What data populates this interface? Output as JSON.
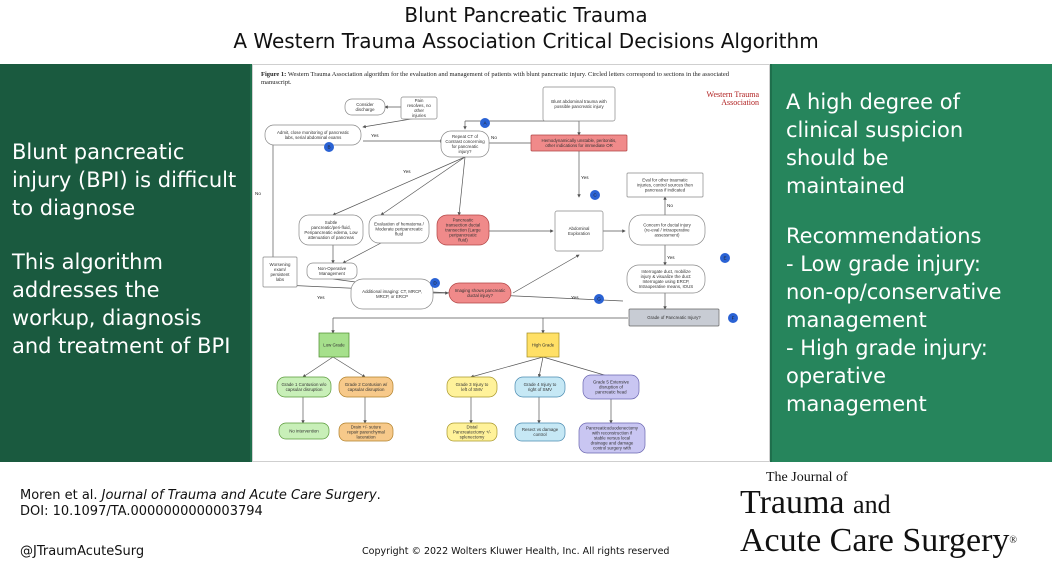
{
  "header": {
    "title": "Blunt Pancreatic Trauma",
    "subtitle": "A Western Trauma Association Critical Decisions Algorithm"
  },
  "left_panel": {
    "text1": "Blunt pancreatic\ninjury (BPI) is difficult\nto diagnose",
    "text2": "This algorithm\naddresses the\nworkup, diagnosis\nand treatment of BPI"
  },
  "right_panel": {
    "text1": "A high degree of\nclinical suspicion\nshould be\nmaintained",
    "text2": "Recommendations\n   - Low grade injury:\nnon-op/conservative\nmanagement\n   - High grade injury:\noperative\nmanagement"
  },
  "figure": {
    "caption_label": "Figure 1:",
    "caption_text": "Western Trauma Association algorithm for the evaluation and management of patients with blunt pancreatic injury. Circled letters correspond to sections in the associated manuscript.",
    "logo_line1": "Western Trauma",
    "logo_line2": "Association",
    "nodes": {
      "start": "Blunt abdominal trauma with possible pancreatic injury",
      "unstable": "Hemodynamically unstable, peritonitis, other indications for immediate OR",
      "abdominal_exploration": "Abdominal Exploration",
      "grade_question": "Grade of Pancreatic Injury?",
      "low_grade": "Low Grade",
      "high_grade": "High Grade",
      "grade1": "Grade 1 Contusion w/o capsular disruption",
      "grade2": "Grade 2 Contusion w/ capsular disruption",
      "grade3": "Grade 3 Injury to left of SMV",
      "grade4": "Grade 4 Injury to right of SMV",
      "grade5": "Grade 5 Extensive disruption of pancreatic head",
      "no_intervention": "No intervention",
      "drain_repair": "Drain +/- suture repair parenchymal laceration",
      "distal_pancreatectomy": "Distal Pancreatectomy +/- splenectomy",
      "resect_drain": "Resect vs damage control",
      "whipple": "Pancreaticoduodenectomy with reconstruction if stable versus local drainage and damage control surgery with delayed resection/reconstruction",
      "consider_discharge": "Consider discharge",
      "pain_resolves": "Pain resolves, no other injuries",
      "admit_serial": "Admit, close monitoring of pancreatic labs, serial abdominal exams",
      "repeat_ct": "Repeat CT of Contrast concerning for pancreatic injury?",
      "pancreatic_transection": "Pancreatic transection ductal transection (Large peripancreatic fluid)",
      "suspicious_ct": "Subtle pancreatic/peri-fluid, Peripancreatic edema, Low attenuation of pancreas",
      "hematoma": "Evaluation of hematoma / Moderate peripancreatic fluid",
      "nonop": "Non-Operative Management",
      "worsening": "Worsening exam/ persistent labs",
      "additional_imaging": "Additional imaging: CT, MRCP, MRCP, or ERCP",
      "imaging_ductal": "Imaging shows pancreatic ductal injury?",
      "concern_duct": "Concern for ductal injury (re-eval / intraoperative assessment)",
      "eval_other": "Eval for other traumatic injuries, control sources then pancreas if indicated",
      "interrogate_duct": "Interrogate duct, mobilize injury & visualize the duct: Interrogate using ERCP, Intraoperative means, IOUS"
    },
    "edge_labels": {
      "yes": "Yes",
      "no": "No"
    },
    "section_markers": [
      "A",
      "B",
      "C",
      "D",
      "E",
      "F",
      "G"
    ]
  },
  "footer": {
    "citation_authors": "Moren et al. ",
    "citation_journal": "Journal of Trauma and Acute Care Surgery",
    "citation_period": ".",
    "doi": "DOI: 10.1097/TA.0000000000003794",
    "handle": "@JTraumAcuteSurg",
    "copyright": "Copyright © 2022  Wolters Kluwer Health, Inc. All rights reserved",
    "journal_small": "The Journal of",
    "journal_line1": "Trauma",
    "journal_and": "and",
    "journal_line2": "Acute Care Surgery",
    "journal_reg": "®"
  },
  "colors": {
    "left_panel": "#1a5a3f",
    "right_panel": "#26855c",
    "red_node": "#f08a8a",
    "green_node": "#c8efb8",
    "orange_node": "#f7c98a",
    "yellow_node": "#fff29a",
    "blue_node": "#c6e8f5",
    "purple_node": "#c9c6f2",
    "gray_node": "#c8ccd4",
    "marker_blue": "#2a62d4"
  }
}
